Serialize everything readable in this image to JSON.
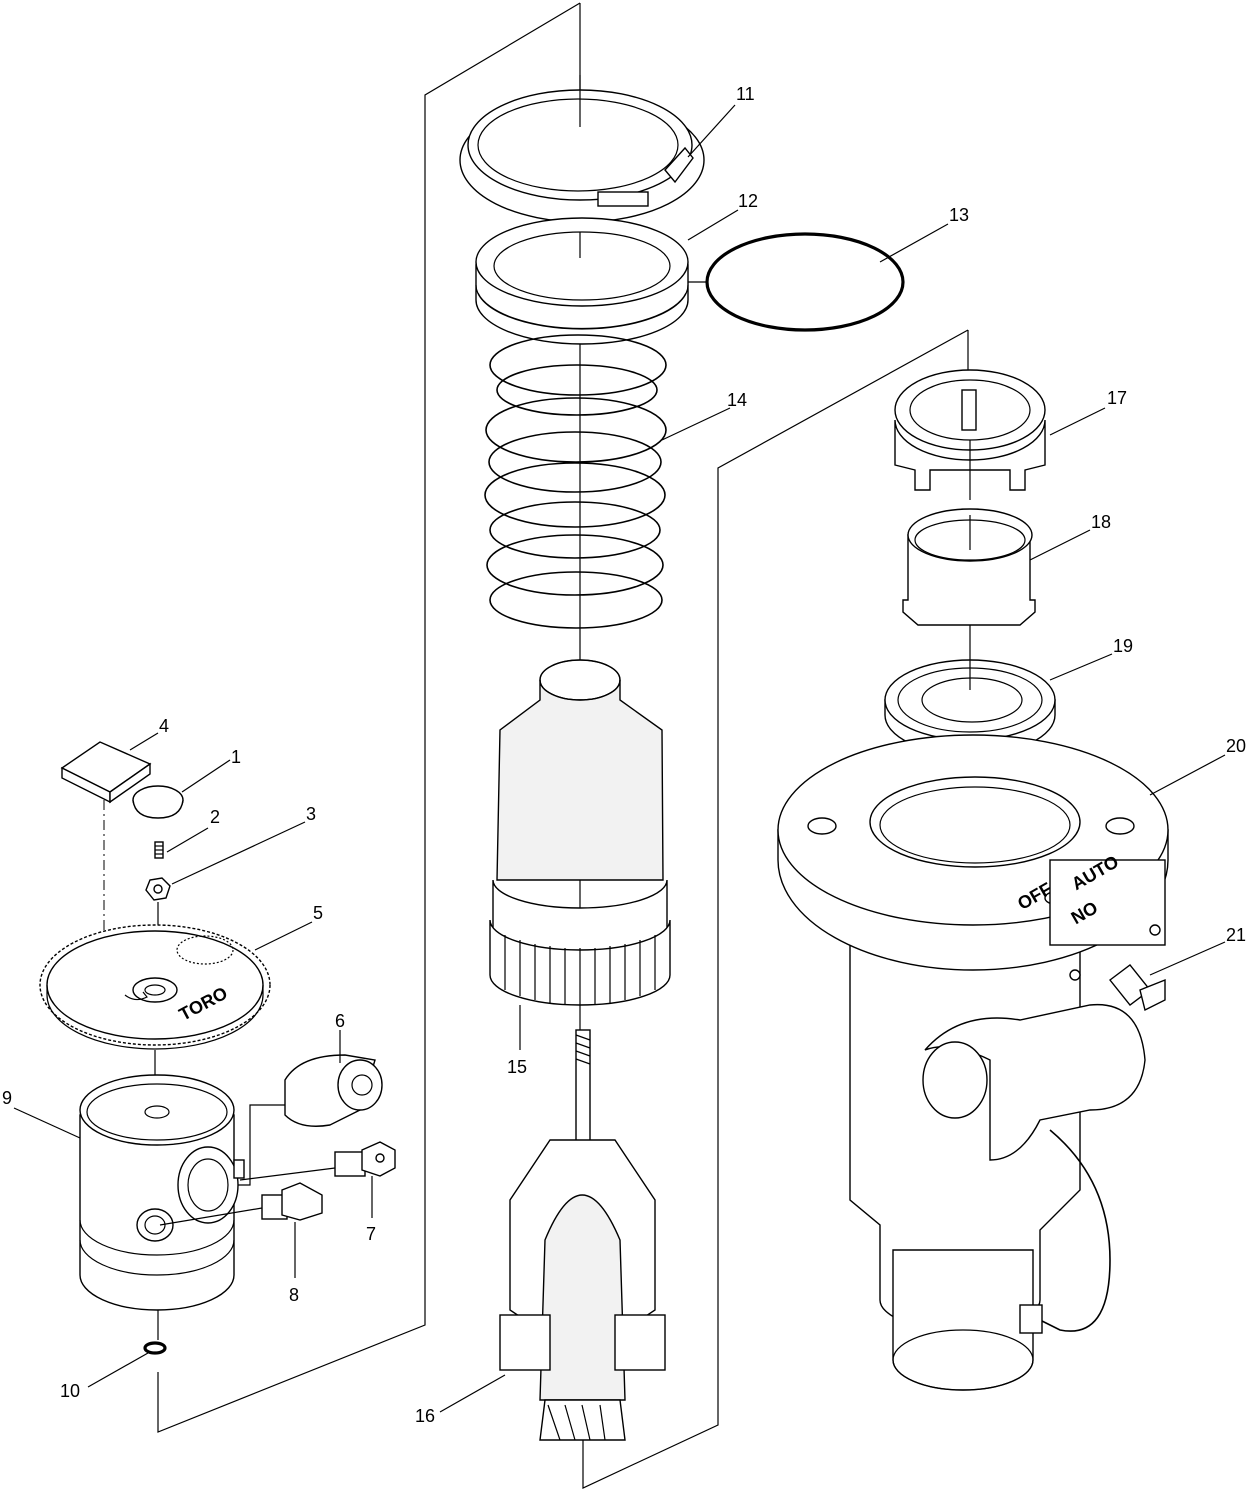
{
  "callouts": [
    "1",
    "2",
    "3",
    "4",
    "5",
    "6",
    "7",
    "8",
    "9",
    "10",
    "11",
    "12",
    "13",
    "14",
    "15",
    "16",
    "17",
    "18",
    "19",
    "20",
    "21"
  ],
  "part_text": {
    "gear_brand": "TORO",
    "switch_off": "OFF",
    "switch_auto": "AUTO",
    "switch_on": "ON"
  }
}
